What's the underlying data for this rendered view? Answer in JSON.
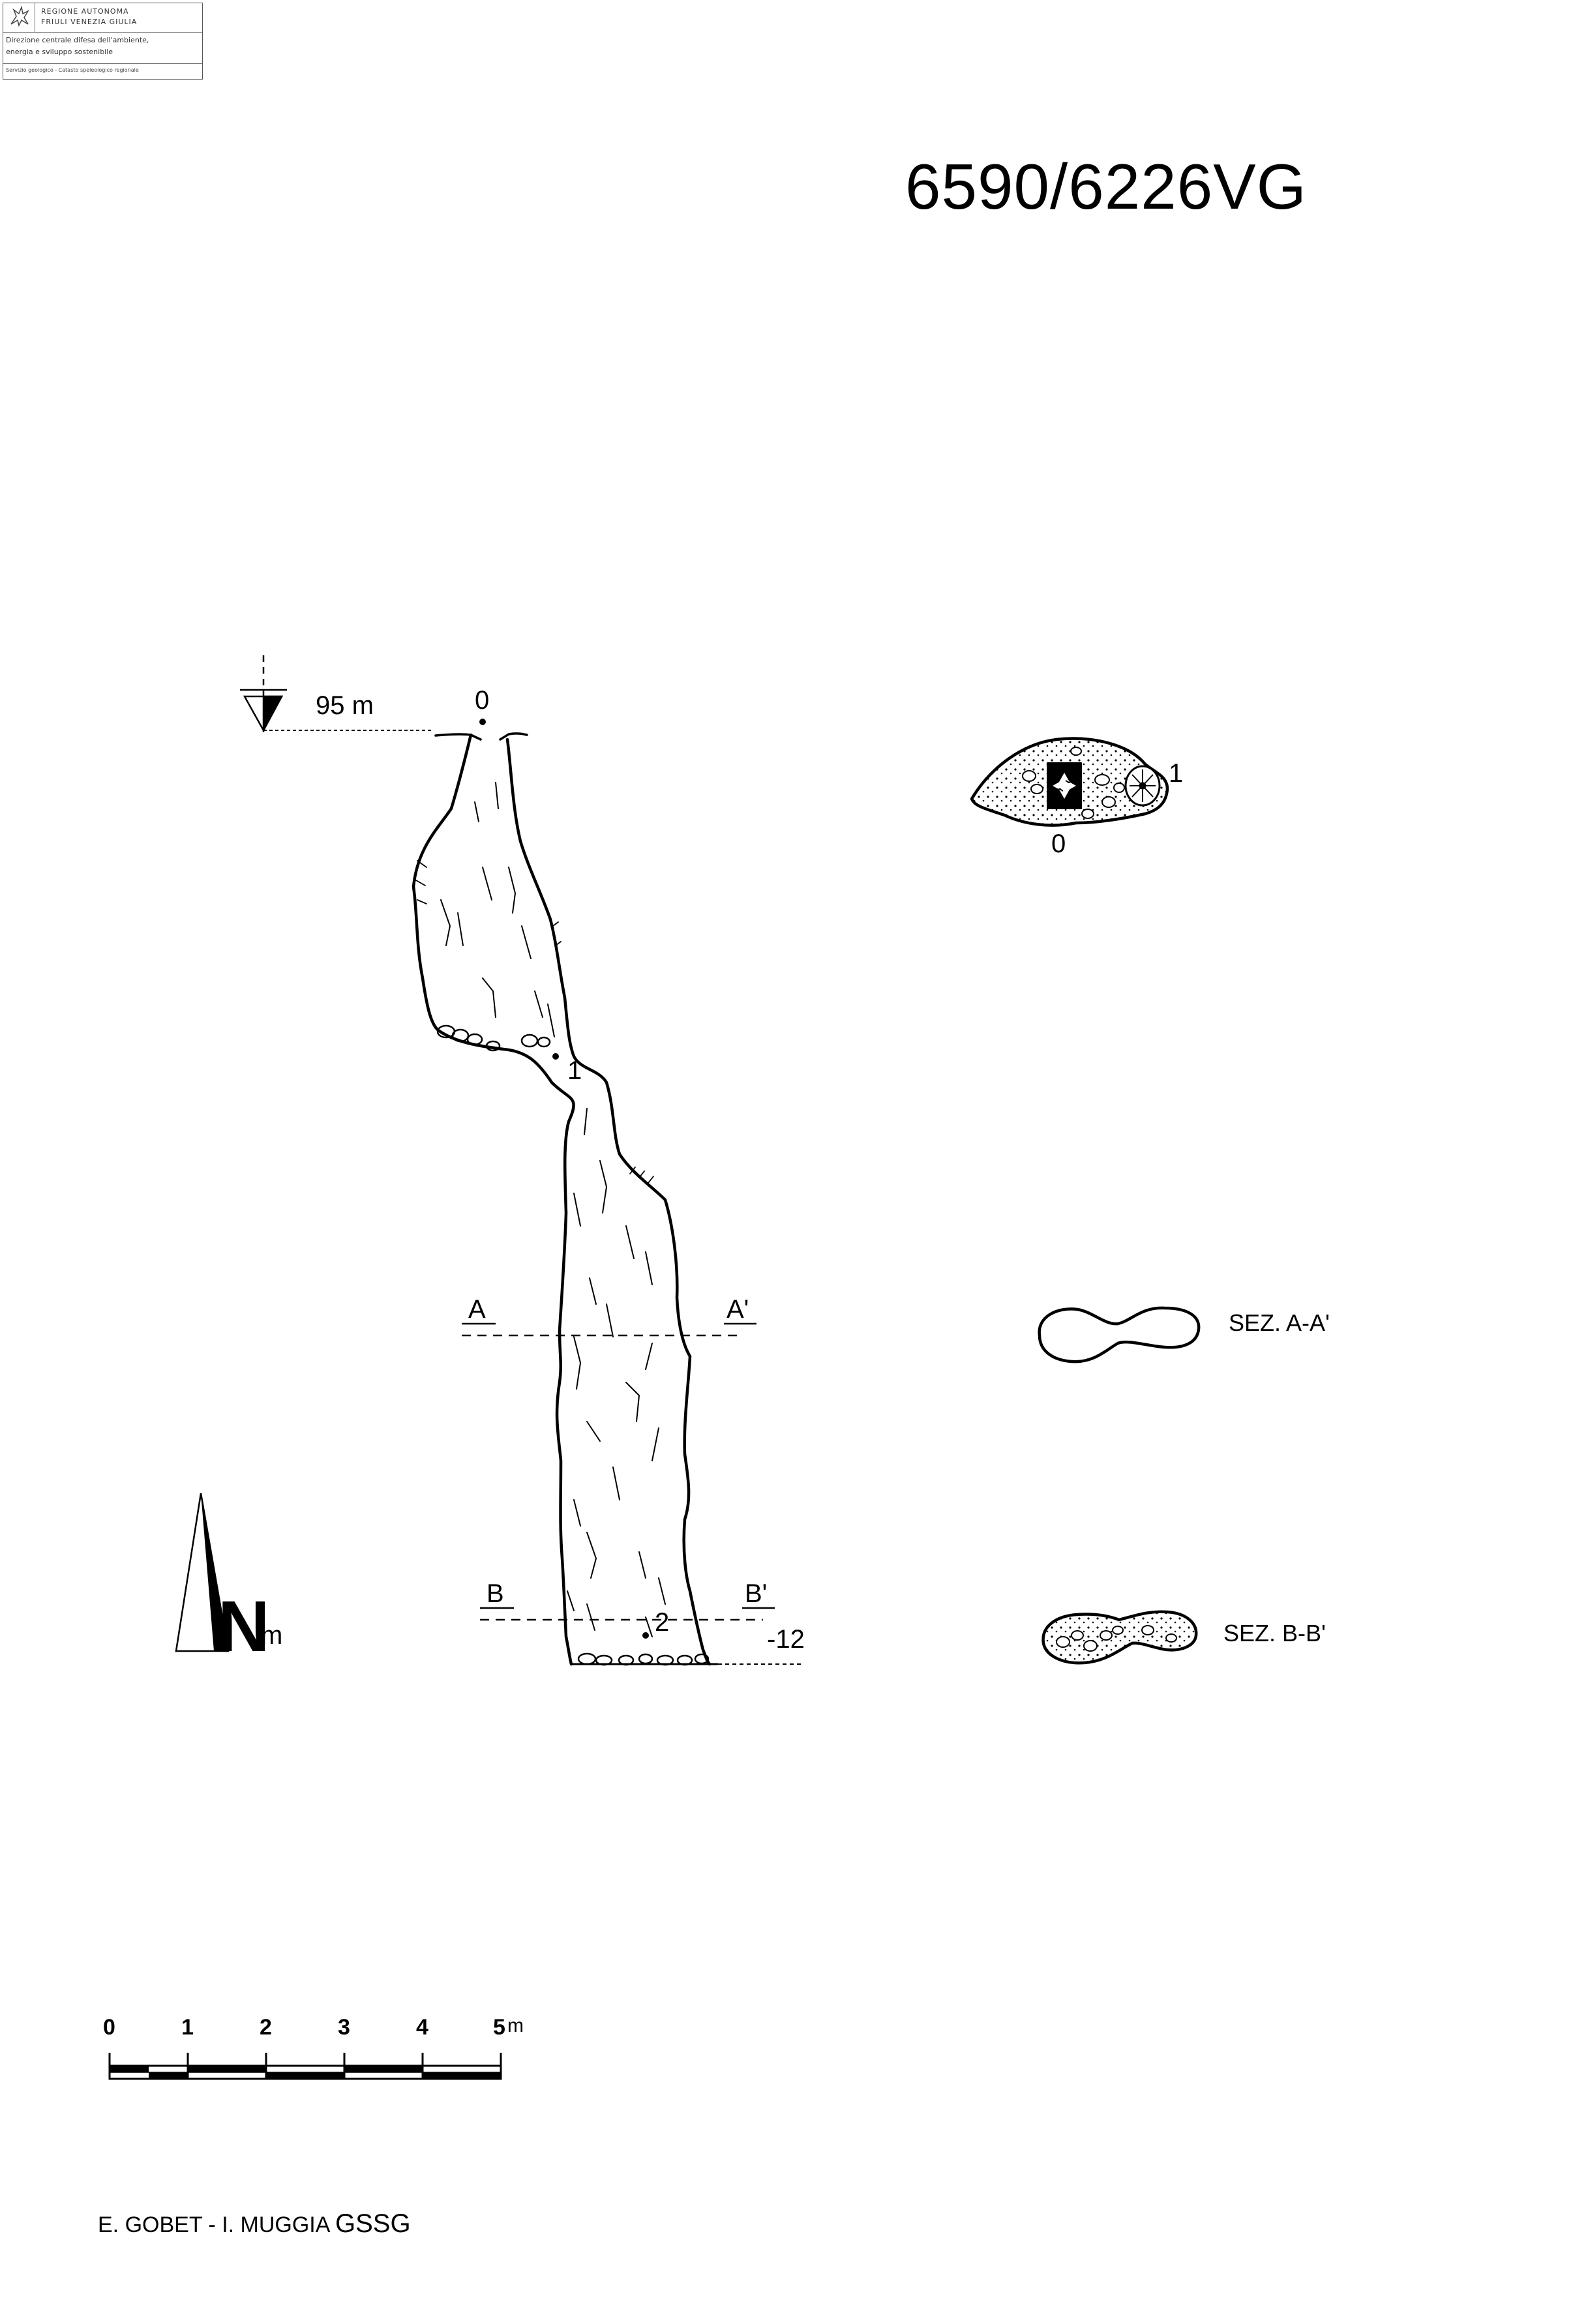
{
  "header": {
    "org_line1": "REGIONE AUTONOMA",
    "org_line2": "FRIULI VENEZIA GIULIA",
    "dept_line1": "Direzione centrale difesa dell'ambiente,",
    "dept_line2": "energia e sviluppo sostenibile",
    "service": "Servizio geologico - Catasto speleologico regionale",
    "emblem_icon": "region-eagle-icon"
  },
  "cave_id": "6590/6226VG",
  "section_view": {
    "entrance_altitude": "95 m",
    "point_top": "0",
    "point_mid": "1",
    "point_bottom": "2",
    "depth": "-12",
    "section_a_left": "A",
    "section_a_right": "A'",
    "section_b_left": "B",
    "section_b_right": "B'"
  },
  "north_arrow": {
    "letter": "N",
    "suffix": "m",
    "icon": "north-arrow-icon"
  },
  "plan_view": {
    "point_0": "0",
    "point_1": "1"
  },
  "cross_sections": {
    "a_label": "SEZ. A-A'",
    "b_label": "SEZ. B-B'"
  },
  "scale_bar": {
    "ticks": [
      "0",
      "1",
      "2",
      "3",
      "4",
      "5"
    ],
    "unit": "m"
  },
  "author": {
    "names": "E. GOBET - I. MUGGIA",
    "team": "GSSG"
  }
}
